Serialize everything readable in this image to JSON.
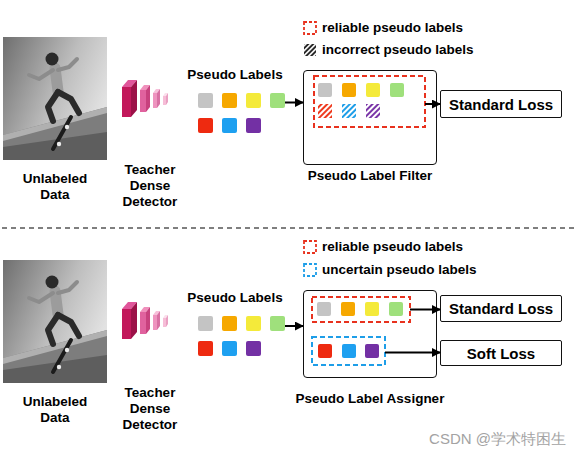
{
  "diagram": {
    "nodes": [
      {
        "text": [
          "Unlabeled Data"
        ]
      },
      {
        "text": [
          "Teacher Dense Detector"
        ]
      },
      {
        "text": [
          "Pseudo Labels"
        ]
      },
      {
        "text": [
          "Pseudo Label Filter"
        ]
      },
      {
        "text": [
          "Standard Loss"
        ]
      },
      {
        "text": [
          "Unlabeled Data"
        ]
      },
      {
        "text": [
          "Teacher Dense Detector"
        ]
      },
      {
        "text": [
          "Pseudo Labels"
        ]
      },
      {
        "text": [
          "Pseudo Label Assigner"
        ]
      },
      {
        "text": [
          "Standard Loss"
        ]
      },
      {
        "text": [
          "Soft Loss"
        ]
      }
    ],
    "edges": [
      {
        "from": 2,
        "to": 3,
        "arrow": "to"
      },
      {
        "from": 3,
        "to": 4,
        "arrow": "to"
      },
      {
        "from": 7,
        "to": 8,
        "arrow": "to"
      },
      {
        "from": 8,
        "to": 9,
        "arrow": "to"
      },
      {
        "from": 8,
        "to": 10,
        "arrow": "to"
      }
    ],
    "labels": [
      "CSDN @学术特困生"
    ],
    "legend": [
      {
        "text": "reliable pseudo labels"
      },
      {
        "text": "incorrect pseudo labels"
      },
      {
        "text": "reliable pseudo labels"
      },
      {
        "text": "uncertain pseudo labels"
      }
    ]
  }
}
